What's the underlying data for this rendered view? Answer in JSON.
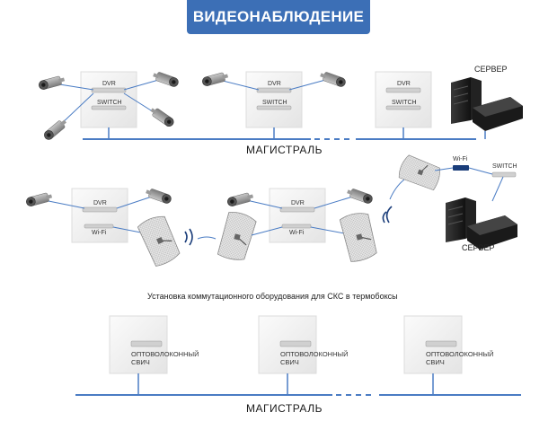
{
  "title": "ВИДЕОНАБЛЮДЕНИЕ",
  "colors": {
    "accent": "#3c6fb6",
    "line": "#4a7cc4",
    "box": "#f2f2f2"
  },
  "section1": {
    "boxes": [
      {
        "dvr": "DVR",
        "switch": "SWITCH"
      },
      {
        "dvr": "DVR",
        "switch": "SWITCH"
      },
      {
        "dvr": "DVR",
        "switch": "SWITCH"
      }
    ],
    "server_label": "СЕРВЕР",
    "backbone_label": "МАГИСТРАЛЬ"
  },
  "section2": {
    "boxes": [
      {
        "dvr": "DVR",
        "wifi": "Wi-Fi"
      },
      {
        "dvr": "DVR",
        "wifi": "Wi-Fi"
      }
    ],
    "remote_wifi": "Wi-Fi",
    "remote_switch": "SWITCH",
    "server_label": "СЕРВЕР"
  },
  "section3": {
    "caption": "Установка коммутационного оборудования для СКС в термобоксы",
    "boxes": [
      {
        "line1": "ОПТОВОЛОКОННЫЙ",
        "line2": "СВИЧ"
      },
      {
        "line1": "ОПТОВОЛОКОННЫЙ",
        "line2": "СВИЧ"
      },
      {
        "line1": "ОПТОВОЛОКОННЫЙ",
        "line2": "СВИЧ"
      }
    ],
    "backbone_label": "МАГИСТРАЛЬ"
  }
}
